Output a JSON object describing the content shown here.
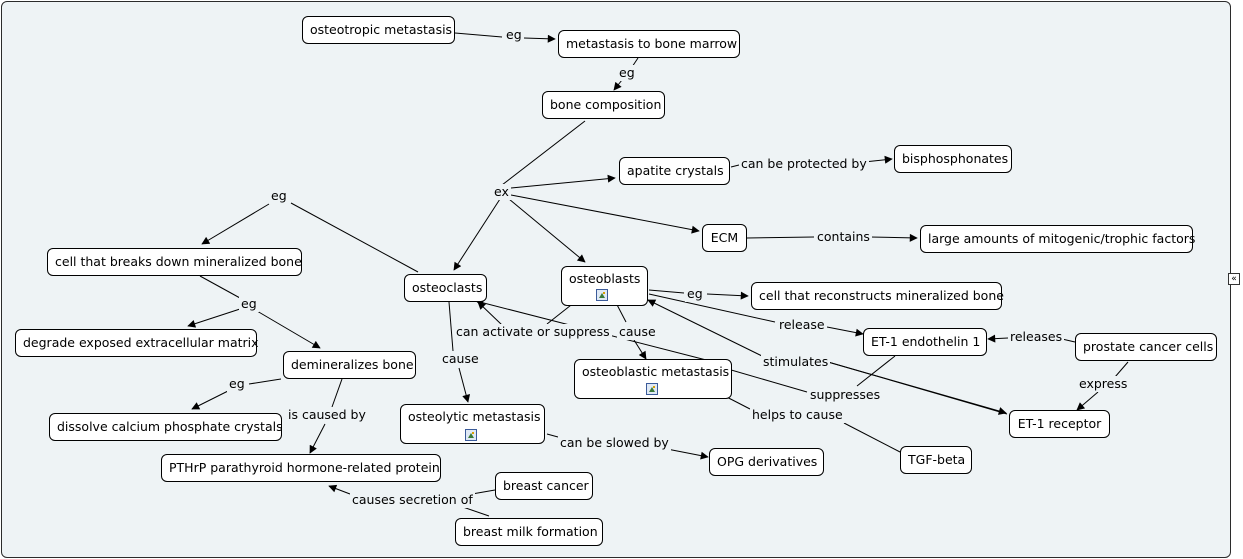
{
  "nodes": {
    "osteotropic": "osteotropic metastasis",
    "marrow": "metastasis to bone marrow",
    "bone_comp": "bone composition",
    "apatite": "apatite crystals",
    "bisphos": "bisphosphonates",
    "ecm": "ECM",
    "mitogenic": "large amounts of mitogenic/trophic factors",
    "breaks_down": "cell that breaks down mineralized bone",
    "osteoclasts": "osteoclasts",
    "osteoblasts": "osteoblasts",
    "reconstructs": "cell that reconstructs mineralized bone",
    "degrade": "degrade exposed extracellular matrix",
    "demineralizes": "demineralizes bone",
    "et1": "ET-1 endothelin 1",
    "prostate": "prostate cancer cells",
    "ob_meta": "osteoblastic metastasis",
    "dissolve": "dissolve calcium phosphate crystals",
    "ol_meta": "osteolytic metastasis",
    "et1_receptor": "ET-1 receptor",
    "pthrp": "PTHrP parathyroid hormone-related protein",
    "opg": "OPG derivatives",
    "tgf": "TGF-beta",
    "breast_cancer": "breast cancer",
    "breast_milk": "breast milk formation"
  },
  "links": {
    "eg1": "eg",
    "eg2": "eg",
    "ex": "ex",
    "protected": "can be protected by",
    "contains": "contains",
    "eg3": "eg",
    "eg4": "eg",
    "eg5": "eg",
    "eg6": "eg",
    "release": "release",
    "releases": "releases",
    "can_activate": "can activate or suppress",
    "cause1": "cause",
    "cause2": "cause",
    "stimulates": "stimulates",
    "express": "express",
    "suppresses": "suppresses",
    "helps": "helps to cause",
    "is_caused_by": "is caused by",
    "slowed": "can be slowed by",
    "causes_secretion": "causes secretion of"
  },
  "icons": {
    "image_icon": "image-attachment-icon",
    "collapse_icon": "collapse-panel-icon"
  }
}
